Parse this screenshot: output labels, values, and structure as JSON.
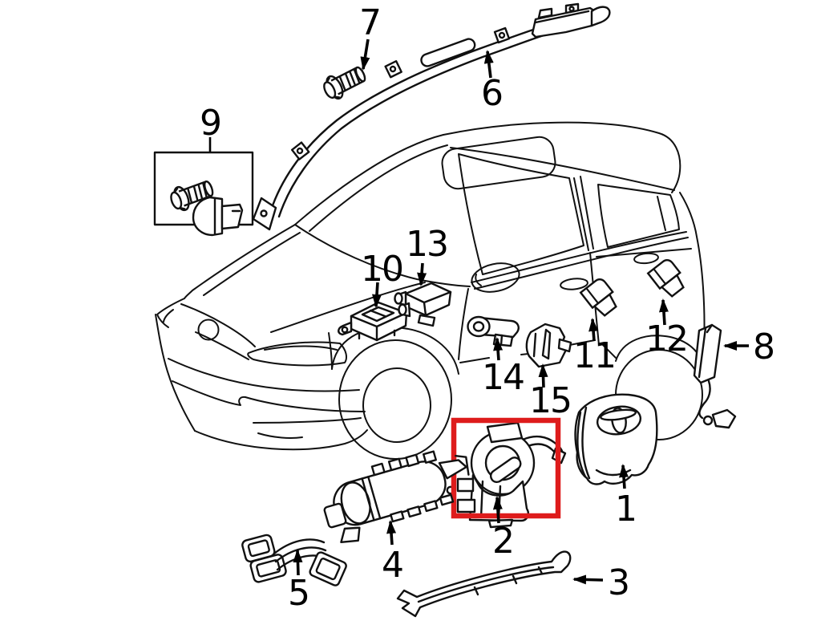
{
  "figure": {
    "kind": "airbag-system-parts-diagram",
    "vehicle_view": "sedan-front-three-quarter-line-art",
    "background_color": "#ffffff",
    "line_color": "#111111",
    "highlight": {
      "color": "#de1c1c",
      "callout": "2"
    },
    "callouts": [
      {
        "label": "1",
        "part": "steering-wheel-airbag-module"
      },
      {
        "label": "2",
        "part": "spiral-cable-clock-spring"
      },
      {
        "label": "3",
        "part": "lower-reinforcement-brace"
      },
      {
        "label": "4",
        "part": "passenger-airbag-assembly"
      },
      {
        "label": "5",
        "part": "wiring-harness-connectors"
      },
      {
        "label": "6",
        "part": "curtain-shield-airbag"
      },
      {
        "label": "7",
        "part": "mounting-bolt"
      },
      {
        "label": "8",
        "part": "rear-side-impact-sensor"
      },
      {
        "label": "9",
        "part": "front-impact-sensor-and-bolt"
      },
      {
        "label": "10",
        "part": "airbag-control-module"
      },
      {
        "label": "11",
        "part": "side-impact-sensor"
      },
      {
        "label": "12",
        "part": "side-impact-sensor"
      },
      {
        "label": "13",
        "part": "sensor-bracket-module"
      },
      {
        "label": "14",
        "part": "side-airbag-sensor"
      },
      {
        "label": "15",
        "part": "center-pillar-sensor-bracket"
      }
    ]
  }
}
